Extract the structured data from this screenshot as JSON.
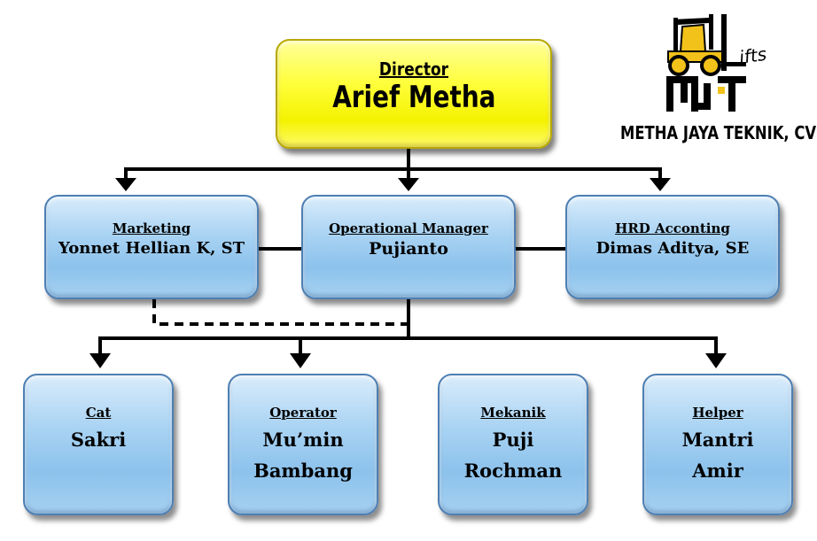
{
  "company": {
    "logo_text": "ifts",
    "name": "METHA JAYA TEKNIK, CV"
  },
  "director": {
    "role": "Director",
    "name": "Arief Metha"
  },
  "managers": [
    {
      "role": "Marketing",
      "name": "Yonnet Hellian K, ST"
    },
    {
      "role": "Operational Manager",
      "name": "Pujianto"
    },
    {
      "role": "HRD Acconting",
      "name": "Dimas Aditya, SE"
    }
  ],
  "staff": [
    {
      "role": "Cat",
      "names": [
        "Sakri"
      ]
    },
    {
      "role": "Operator",
      "names": [
        "Mu’min",
        "Bambang"
      ]
    },
    {
      "role": "Mekanik",
      "names": [
        "Puji",
        "Rochman"
      ]
    },
    {
      "role": "Helper",
      "names": [
        "Mantri",
        "Amir"
      ]
    }
  ],
  "colors": {
    "director_fill": "#ffff3c",
    "box_fill": "#a9d3f3",
    "box_border": "#4e7fb3",
    "logo_yellow": "#f2c21b",
    "connector": "#000000"
  }
}
